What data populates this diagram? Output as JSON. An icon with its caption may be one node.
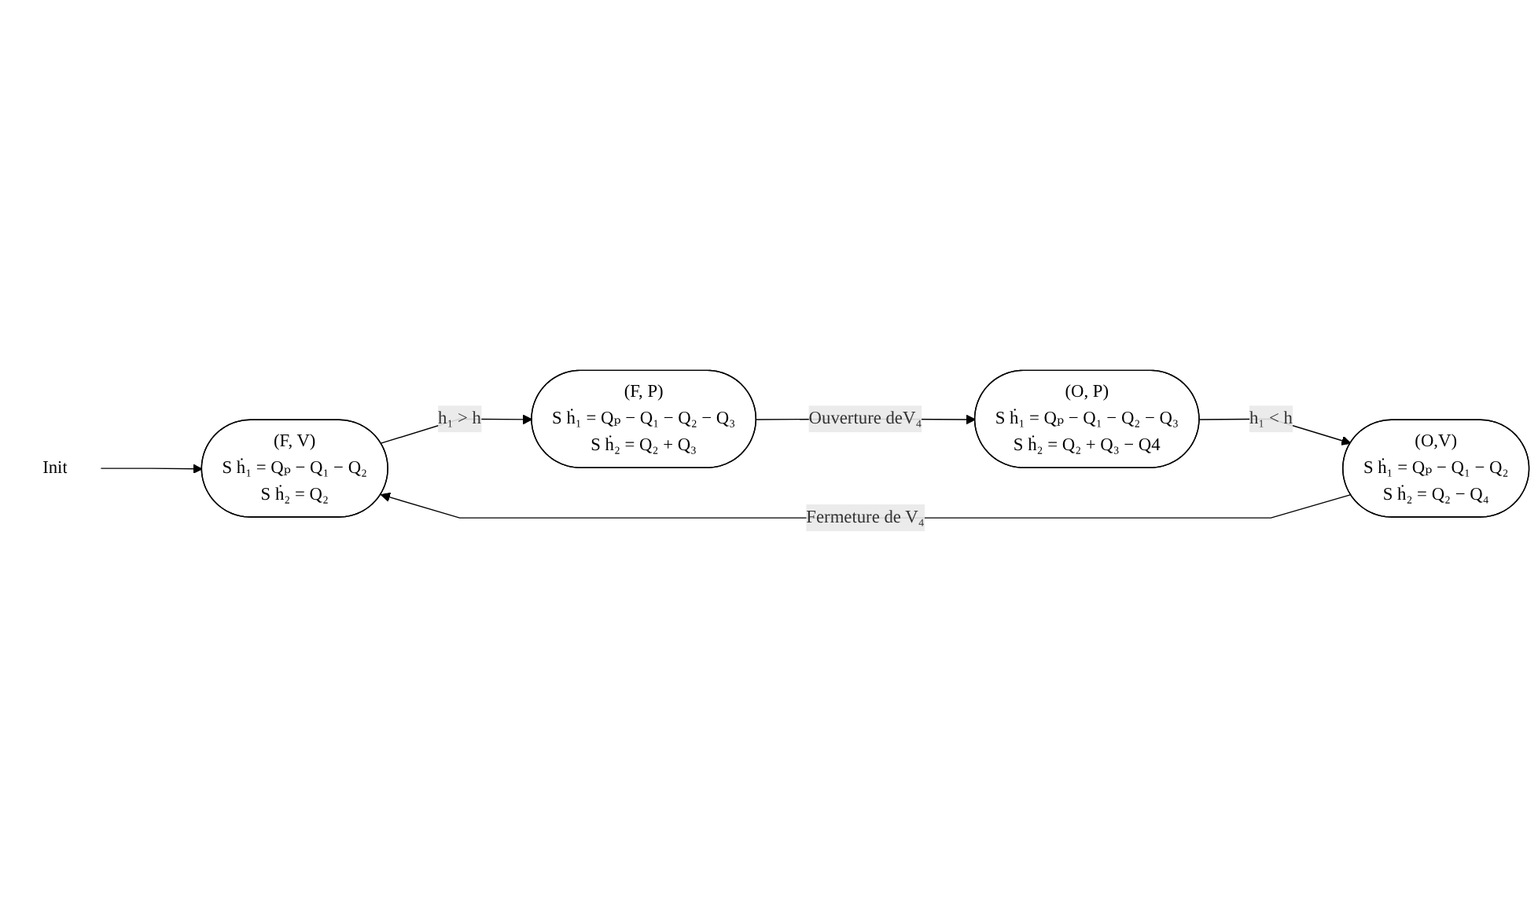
{
  "diagram": {
    "nodes": [
      {
        "text": [
          "Init"
        ]
      },
      {
        "text": [
          "(F, V)",
          "S ḣ₁ = Qₚ − Q₁ − Q₂",
          "S ḣ₂ = Q₂"
        ]
      },
      {
        "text": [
          "(F, P)",
          "S ḣ₁ = Qₚ − Q₁ − Q₂ − Q₃",
          "S ḣ₂ = Q₂ + Q₃"
        ]
      },
      {
        "text": [
          "(O,V)",
          "S ḣ₁ = Qₚ − Q₁ − Q₂",
          "S ḣ₂ = Q₂ − Q₄"
        ]
      },
      {
        "text": [
          "(O, P)",
          "S ḣ₁ = Qₚ − Q₁ − Q₂ − Q₃",
          "S ḣ₂ = Q₂ + Q₃ − Q4"
        ]
      }
    ],
    "edges": [
      {
        "from": 0,
        "to": 1,
        "arrow": "to"
      },
      {
        "from": 1,
        "to": 2,
        "arrow": "to",
        "label": "h₁ > h"
      },
      {
        "from": 2,
        "to": 4,
        "arrow": "to",
        "label": "Ouverture deV₄"
      },
      {
        "from": 4,
        "to": 3,
        "arrow": "to",
        "label": "h₁ < h"
      },
      {
        "from": 3,
        "to": 1,
        "arrow": "to",
        "label": "Fermeture de V₄"
      }
    ]
  }
}
